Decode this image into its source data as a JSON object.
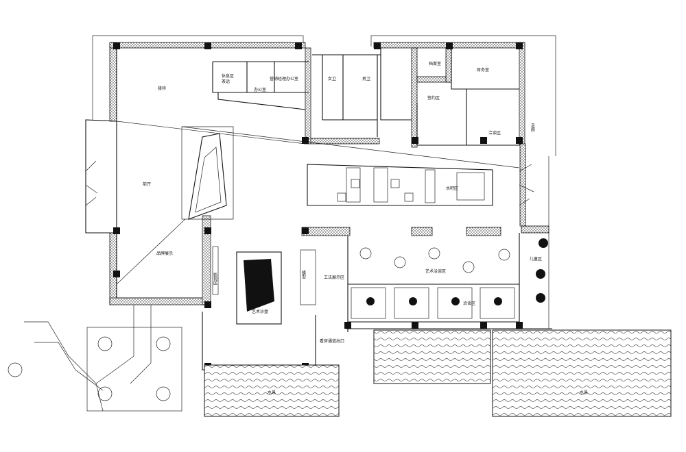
{
  "labels": {
    "reception": "接待",
    "vip_area": "休息区",
    "vip_area_2": "茶话",
    "office_1": "办公室",
    "sales_office": "营销经理办公室",
    "toilet_female": "女卫",
    "toilet_male": "男卫",
    "archive": "档案室",
    "finance": "财务室",
    "signing": "签约区",
    "negotiation": "洽谈区",
    "lobby": "前厅",
    "brand_display": "品牌展示",
    "water_bar": "水吧区",
    "art_sand_table": "艺术沙盘",
    "process_display": "工法展示区",
    "art_negotiation": "艺术洽谈区",
    "kids_area": "儿童区",
    "exit": "看房通道出口",
    "pool_left": "水景",
    "pool_right": "水景",
    "video_wall": "影视区",
    "model_wall": "模型",
    "corridor": "走廊",
    "nego_small": "洽谈区"
  },
  "icons": {
    "north": "stair-icon",
    "door": "door-icon"
  },
  "colors": {
    "line": "#111111",
    "background": "#ffffff"
  }
}
